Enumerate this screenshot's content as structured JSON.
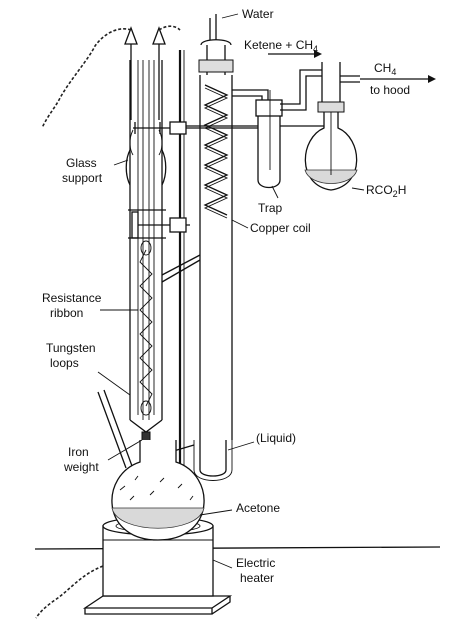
{
  "labels": {
    "water": "Water",
    "ketene_ch4": "Ketene + CH",
    "ketene_ch4_sub": "4",
    "ch4": "CH",
    "ch4_sub": "4",
    "to_hood": "to hood",
    "glass_support_1": "Glass",
    "glass_support_2": "support",
    "trap": "Trap",
    "rco2h": "RCO",
    "rco2h_sub": "2",
    "rco2h_end": "H",
    "copper_coil": "Copper coil",
    "resistance_1": "Resistance",
    "resistance_2": "ribbon",
    "tungsten_1": "Tungsten",
    "tungsten_2": "loops",
    "liquid": "(Liquid)",
    "iron_1": "Iron",
    "iron_2": "weight",
    "acetone": "Acetone",
    "heater_1": "Electric",
    "heater_2": "heater"
  }
}
